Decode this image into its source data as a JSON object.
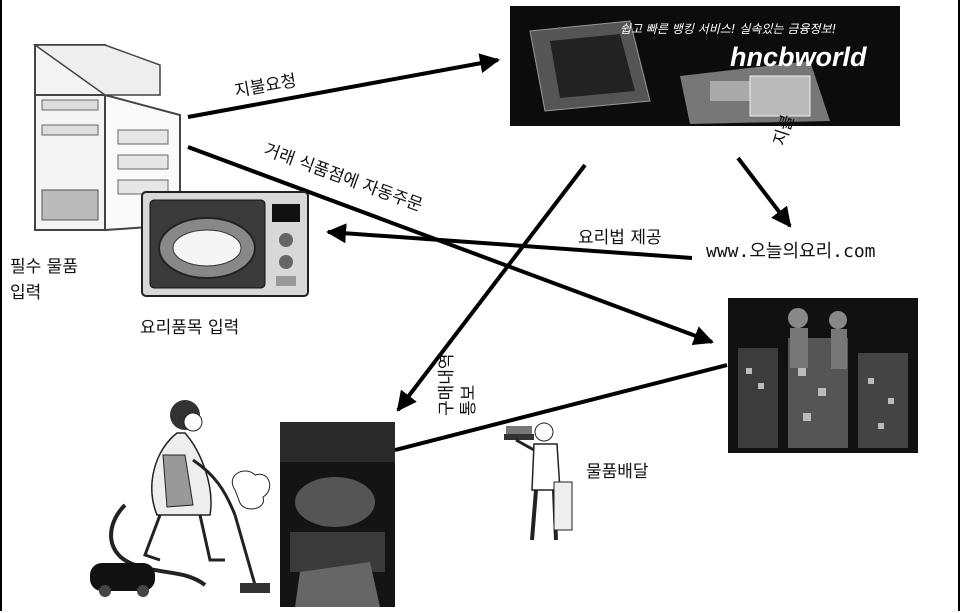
{
  "labels": {
    "payment_request": "지불요청",
    "auto_order": "거래 식품점에 자동주문",
    "payment": "지불",
    "recipe_provided": "요리법 제공",
    "recipe_site": "www.오늘의요리.com",
    "essentials_line1": "필수 물품",
    "essentials_line2": "입력",
    "cooking_items": "요리품목 입력",
    "purchase_line1": "구매내역",
    "purchase_line2": "통보",
    "delivery": "물품배달"
  },
  "bank_banner": {
    "slogan": "쉽고 빠른 뱅킹 서비스! 실속있는 금융정보!",
    "brand": "hncbworld"
  },
  "icons": [
    "refrigerator-icon",
    "microwave-icon",
    "bank-banner-image",
    "grocery-store-photo",
    "woman-vacuuming-icon",
    "kitchen-photo",
    "delivery-man-icon"
  ]
}
